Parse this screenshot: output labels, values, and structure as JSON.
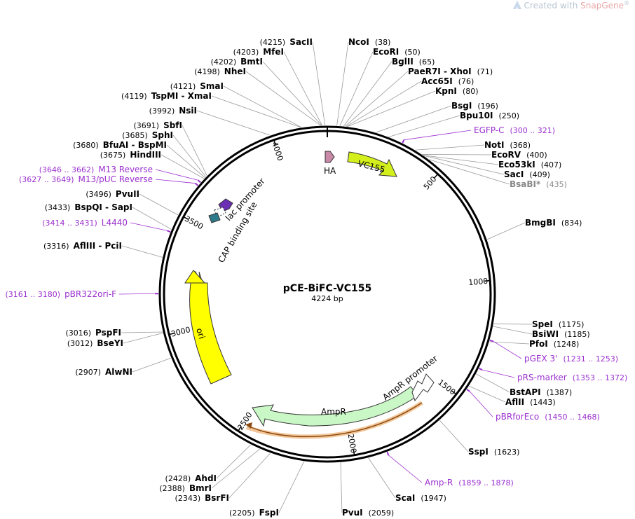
{
  "watermark": {
    "prefix": "Created with ",
    "brand": "SnapGene",
    "mark": "®"
  },
  "plasmid": {
    "name": "pCE-BiFC-VC155",
    "length_label": "4224 bp",
    "total_bp": 4224
  },
  "ticks": [
    {
      "bp": 500,
      "label": "500"
    },
    {
      "bp": 1000,
      "label": "1000"
    },
    {
      "bp": 1500,
      "label": "1500"
    },
    {
      "bp": 2000,
      "label": "2000"
    },
    {
      "bp": 2500,
      "label": "2500"
    },
    {
      "bp": 3000,
      "label": "3000"
    },
    {
      "bp": 3500,
      "label": "3500"
    },
    {
      "bp": 4000,
      "label": "4000"
    }
  ],
  "enzymes": [
    {
      "id": "sacii",
      "name": "SacII",
      "pos": "(4215)",
      "bp": 4215,
      "side": "left"
    },
    {
      "id": "ncoi",
      "name": "NcoI",
      "pos": "(38)",
      "bp": 38,
      "side": "right"
    },
    {
      "id": "mfei",
      "name": "MfeI",
      "pos": "(4203)",
      "bp": 4203,
      "side": "left"
    },
    {
      "id": "ecori",
      "name": "EcoRI",
      "pos": "(50)",
      "bp": 50,
      "side": "right"
    },
    {
      "id": "bmti",
      "name": "BmtI",
      "pos": "(4202)",
      "bp": 4202,
      "side": "left"
    },
    {
      "id": "bglii",
      "name": "BglII",
      "pos": "(65)",
      "bp": 65,
      "side": "right"
    },
    {
      "id": "nhei",
      "name": "NheI",
      "pos": "(4198)",
      "bp": 4198,
      "side": "left"
    },
    {
      "id": "paer7i",
      "name": "PaeR7I - XhoI",
      "pos": "(71)",
      "bp": 71,
      "side": "right"
    },
    {
      "id": "acc65i",
      "name": "Acc65I",
      "pos": "(76)",
      "bp": 76,
      "side": "right"
    },
    {
      "id": "smai",
      "name": "SmaI",
      "pos": "(4121)",
      "bp": 4121,
      "side": "left"
    },
    {
      "id": "kpni",
      "name": "KpnI",
      "pos": "(80)",
      "bp": 80,
      "side": "right"
    },
    {
      "id": "tspmi",
      "name": "TspMI - XmaI",
      "pos": "(4119)",
      "bp": 4119,
      "side": "left"
    },
    {
      "id": "bsgi",
      "name": "BsgI",
      "pos": "(196)",
      "bp": 196,
      "side": "right"
    },
    {
      "id": "nsii",
      "name": "NsiI",
      "pos": "(3992)",
      "bp": 3992,
      "side": "left"
    },
    {
      "id": "bpu10i",
      "name": "Bpu10I",
      "pos": "(250)",
      "bp": 250,
      "side": "right"
    },
    {
      "id": "sbfi",
      "name": "SbfI",
      "pos": "(3691)",
      "bp": 3691,
      "side": "left"
    },
    {
      "id": "sphi",
      "name": "SphI",
      "pos": "(3685)",
      "bp": 3685,
      "side": "left"
    },
    {
      "id": "noti",
      "name": "NotI",
      "pos": "(368)",
      "bp": 368,
      "side": "right"
    },
    {
      "id": "bfuai",
      "name": "BfuAI - BspMI",
      "pos": "(3680)",
      "bp": 3680,
      "side": "left"
    },
    {
      "id": "ecorv",
      "name": "EcoRV",
      "pos": "(400)",
      "bp": 400,
      "side": "right"
    },
    {
      "id": "hindiii",
      "name": "HindIII",
      "pos": "(3675)",
      "bp": 3675,
      "side": "left"
    },
    {
      "id": "eco53ki",
      "name": "Eco53kI",
      "pos": "(407)",
      "bp": 407,
      "side": "right"
    },
    {
      "id": "saci",
      "name": "SacI",
      "pos": "(409)",
      "bp": 409,
      "side": "right"
    },
    {
      "id": "bsabi",
      "name": "BsaBI*",
      "pos": "(435)",
      "bp": 435,
      "side": "right",
      "gray": true
    },
    {
      "id": "pvuii",
      "name": "PvuII",
      "pos": "(3496)",
      "bp": 3496,
      "side": "left"
    },
    {
      "id": "bspqi",
      "name": "BspQI - SapI",
      "pos": "(3433)",
      "bp": 3433,
      "side": "left"
    },
    {
      "id": "bmgbi",
      "name": "BmgBI",
      "pos": "(834)",
      "bp": 834,
      "side": "right"
    },
    {
      "id": "aflIII",
      "name": "AflIII - PciI",
      "pos": "(3316)",
      "bp": 3316,
      "side": "left"
    },
    {
      "id": "spei",
      "name": "SpeI",
      "pos": "(1175)",
      "bp": 1175,
      "side": "right"
    },
    {
      "id": "bsiwi",
      "name": "BsiWI",
      "pos": "(1185)",
      "bp": 1185,
      "side": "right"
    },
    {
      "id": "pfoi",
      "name": "PfoI",
      "pos": "(1248)",
      "bp": 1248,
      "side": "right"
    },
    {
      "id": "pspfi",
      "name": "PspFI",
      "pos": "(3016)",
      "bp": 3016,
      "side": "left"
    },
    {
      "id": "bseyi",
      "name": "BseYI",
      "pos": "(3012)",
      "bp": 3012,
      "side": "left"
    },
    {
      "id": "alwni",
      "name": "AlwNI",
      "pos": "(2907)",
      "bp": 2907,
      "side": "left"
    },
    {
      "id": "bstapi",
      "name": "BstAPI",
      "pos": "(1387)",
      "bp": 1387,
      "side": "right"
    },
    {
      "id": "aflii",
      "name": "AflII",
      "pos": "(1443)",
      "bp": 1443,
      "side": "right"
    },
    {
      "id": "sspi",
      "name": "SspI",
      "pos": "(1623)",
      "bp": 1623,
      "side": "right"
    },
    {
      "id": "ahdi",
      "name": "AhdI",
      "pos": "(2428)",
      "bp": 2428,
      "side": "left"
    },
    {
      "id": "bmri",
      "name": "BmrI",
      "pos": "(2388)",
      "bp": 2388,
      "side": "left"
    },
    {
      "id": "bsrfi",
      "name": "BsrFI",
      "pos": "(2343)",
      "bp": 2343,
      "side": "left"
    },
    {
      "id": "fspi",
      "name": "FspI",
      "pos": "(2205)",
      "bp": 2205,
      "side": "left"
    },
    {
      "id": "pvui",
      "name": "PvuI",
      "pos": "(2059)",
      "bp": 2059,
      "side": "right"
    },
    {
      "id": "scai",
      "name": "ScaI",
      "pos": "(1947)",
      "bp": 1947,
      "side": "right"
    }
  ],
  "primers": [
    {
      "id": "egfp-c",
      "name": "EGFP-C",
      "pos": "(300 .. 321)",
      "bp": 310,
      "side": "right"
    },
    {
      "id": "m13-reverse",
      "name": "M13 Reverse",
      "pos": "(3646 .. 3662)",
      "bp": 3654,
      "side": "left"
    },
    {
      "id": "m13-puc-reverse",
      "name": "M13/pUC Reverse",
      "pos": "(3627 .. 3649)",
      "bp": 3638,
      "side": "left"
    },
    {
      "id": "l4440",
      "name": "L4440",
      "pos": "(3414 .. 3431)",
      "bp": 3422,
      "side": "left"
    },
    {
      "id": "pbr322ori-f",
      "name": "pBR322ori-F",
      "pos": "(3161 .. 3180)",
      "bp": 3170,
      "side": "left"
    },
    {
      "id": "pgex3",
      "name": "pGEX 3'",
      "pos": "(1231 .. 1253)",
      "bp": 1242,
      "side": "right"
    },
    {
      "id": "prs-marker",
      "name": "pRS-marker",
      "pos": "(1353 .. 1372)",
      "bp": 1362,
      "side": "right"
    },
    {
      "id": "pbrforeco",
      "name": "pBRforEco",
      "pos": "(1450 .. 1468)",
      "bp": 1459,
      "side": "right"
    },
    {
      "id": "amp-r",
      "name": "Amp-R",
      "pos": "(1859 .. 1878)",
      "bp": 1868,
      "side": "right"
    }
  ],
  "features": [
    {
      "id": "ha",
      "label": "HA",
      "color": "#c98aa8"
    },
    {
      "id": "vc155",
      "label": "VC155",
      "color": "#d4f01c"
    },
    {
      "id": "lac-promoter",
      "label": "lac promoter",
      "color": "#6a2fb3"
    },
    {
      "id": "cap-site",
      "label": "CAP binding site",
      "color": "#2f7a8a"
    },
    {
      "id": "ori",
      "label": "ori",
      "color": "#ffff00"
    },
    {
      "id": "ampr",
      "label": "AmpR",
      "color": "#c9f7c6"
    },
    {
      "id": "ampr-promoter",
      "label": "AmpR promoter",
      "color": "#ffffff"
    }
  ]
}
